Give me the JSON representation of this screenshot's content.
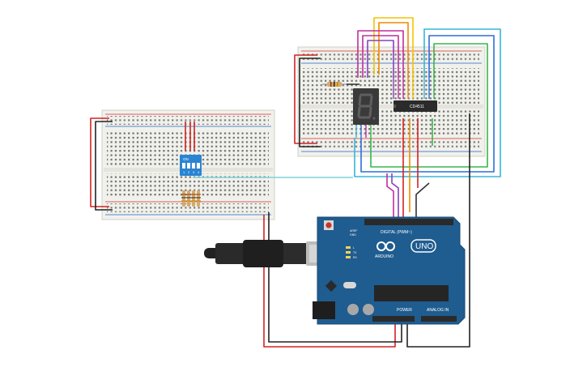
{
  "components": {
    "decoder_chip": {
      "label": "CD4511"
    },
    "dip_switch": {
      "label": "ON",
      "numbers": [
        "1",
        "2",
        "3",
        "4"
      ]
    },
    "arduino": {
      "brand": "ARDUINO",
      "model": "UNO",
      "header_digital": "DIGITAL (PWM~)",
      "header_power": "POWER",
      "header_analog": "ANALOG IN",
      "led_tx": "TX",
      "led_rx": "RX",
      "led_l": "L",
      "aref": "AREF",
      "gnd": "GND"
    },
    "seven_segment": {
      "digit": "8"
    }
  },
  "colors": {
    "breadboard": "#f2f2ee",
    "rail_red": "#d32f2f",
    "rail_blue": "#1e63c8",
    "arduino_blue": "#1f5c8f",
    "wire_red": "#d32222",
    "wire_black": "#222222",
    "wire_yellow": "#f2c400",
    "wire_orange": "#f08a00",
    "wire_magenta": "#c02d9e",
    "wire_purple": "#8a3fc1",
    "wire_green": "#39b54a",
    "wire_cyan": "#36b6d8",
    "wire_blue": "#2d6fd8"
  }
}
